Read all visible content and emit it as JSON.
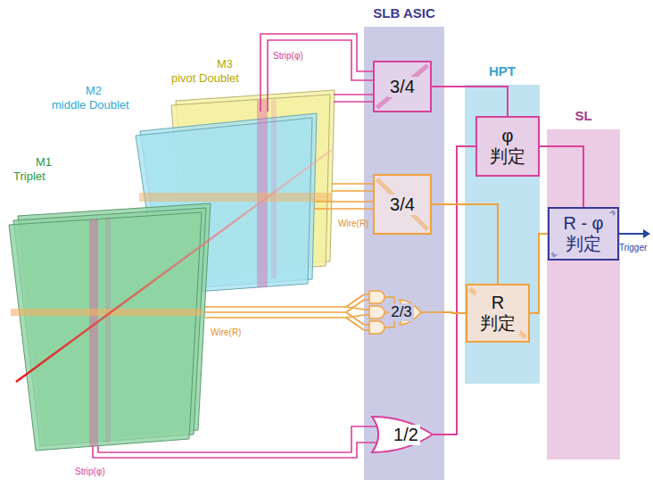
{
  "diagram": {
    "nodes": [
      {
        "text": [
          "SLB ASIC"
        ]
      },
      {
        "text": [
          "3/4"
        ],
        "in": 0
      },
      {
        "text": [
          "3/4"
        ],
        "in": 0
      },
      {
        "text": [
          "2/3"
        ],
        "in": 0
      },
      {
        "text": [
          "1/2"
        ],
        "in": 0
      },
      {
        "text": [
          "HPT"
        ]
      },
      {
        "text": [
          "φ 判定"
        ],
        "in": 5
      },
      {
        "text": [
          "R 判定"
        ],
        "in": 5
      },
      {
        "text": [
          "SL"
        ]
      },
      {
        "text": [
          "R - φ 判定"
        ],
        "in": 8
      }
    ],
    "edges": [
      {
        "from": 1,
        "to": 6,
        "arrow": "none"
      },
      {
        "from": 4,
        "to": 6,
        "arrow": "none"
      },
      {
        "from": 2,
        "to": 7,
        "arrow": "none"
      },
      {
        "from": 3,
        "to": 7,
        "arrow": "none"
      },
      {
        "from": 6,
        "to": 9,
        "arrow": "none"
      },
      {
        "from": 7,
        "to": 9,
        "arrow": "none"
      }
    ],
    "labels": [
      "M3",
      "pivot Doublet",
      "M2",
      "middle Doublet",
      "M1",
      "Triplet",
      "Strip(φ)",
      "Wire(R)",
      "Wire(R)",
      "Strip(φ)",
      "Trigger"
    ]
  }
}
